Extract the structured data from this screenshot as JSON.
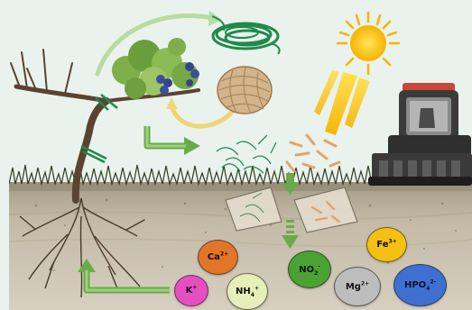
{
  "ions": [
    {
      "id": "ca",
      "base": "Ca",
      "sup": "2+",
      "sub": "",
      "color": "#e27528"
    },
    {
      "id": "fe",
      "base": "Fe",
      "sup": "3+",
      "sub": "",
      "color": "#f4c012"
    },
    {
      "id": "no2",
      "base": "NO",
      "sup": "-",
      "sub": "2",
      "color": "#4aa233"
    },
    {
      "id": "k",
      "base": "K",
      "sup": "+",
      "sub": "",
      "color": "#e64fc3"
    },
    {
      "id": "nh4",
      "base": "NH",
      "sup": "+",
      "sub": "4",
      "color": "#e7efb8"
    },
    {
      "id": "mg",
      "base": "Mg",
      "sup": "2+",
      "sub": "",
      "color": "#bdbdbd"
    },
    {
      "id": "hpo4",
      "base": "HPO",
      "sup": "2-",
      "sub": "4",
      "color": "#3f6fd1"
    }
  ]
}
